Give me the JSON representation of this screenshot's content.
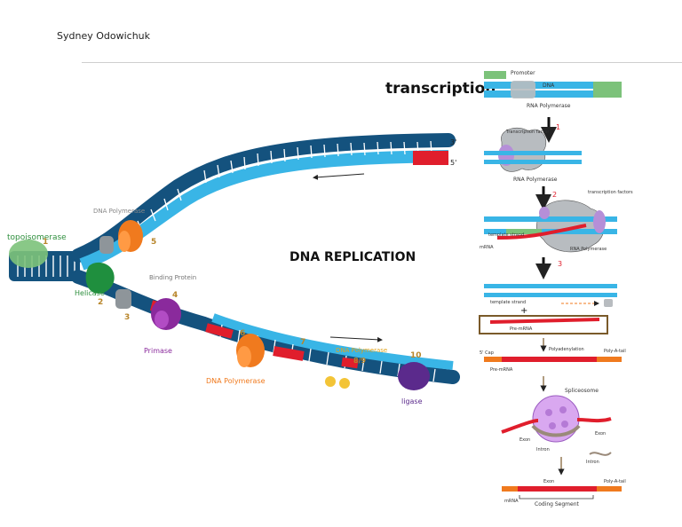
{
  "author": "Sydney Odowichuk",
  "replication": {
    "title": "DNA REPLICATION",
    "topoisomerase": "topoisomerase",
    "helicase": "Helicase",
    "binding_protein": "Binding Protein",
    "primase": "Primase",
    "dna_polymerase_top": "DNA Polymerase",
    "dna_polymerase_bottom": "DNA Polymerase",
    "dna_polymerase_2": "DNA Polymerase",
    "ligase": "ligase",
    "steps": [
      "1",
      "2",
      "3",
      "4",
      "5",
      "6",
      "7",
      "8/9",
      "10"
    ],
    "end_3": "3'",
    "end_5": "5'"
  },
  "transcription": {
    "title": "transcription",
    "promoter": "Promoter",
    "dna": "DNA",
    "rna_polymerase": "RNA Polymerase",
    "transcription_factor": "Transcription factor",
    "transcription_factors": "transcription factors",
    "template_strand": "template strand",
    "mrna": "mRNA",
    "rna_polymerase_2": "RNA Polymerase",
    "rna_polymerase_3": "RNA Polymerase",
    "step_1": "1",
    "step_2": "2",
    "step_3": "3",
    "pre_mrna": "Pre-mRNA",
    "pre_mrna_2": "Pre-mRNA",
    "polyadenylation": "Polyadenylation",
    "cap_5": "5' Cap",
    "poly_a_tail": "Poly-A-tail",
    "spliceosome": "Spliceosome",
    "exon_left": "Exon",
    "exon_right": "Exon",
    "intron": "Intron",
    "intron_2": "Intron",
    "exon_final": "Exon",
    "poly_a_tail_final": "Poly-A-tail",
    "coding_segment": "Coding Segment",
    "mrna_final": "mRNA",
    "plus": "+"
  },
  "colors": {
    "dark_blue": "#14527e",
    "light_blue": "#39b5e6",
    "red": "#e01e2c",
    "orange": "#f07a1e",
    "green": "#6ab04c",
    "gray": "#9da3a8",
    "purple": "#8a2a9c",
    "lavender": "#b58fd8"
  }
}
